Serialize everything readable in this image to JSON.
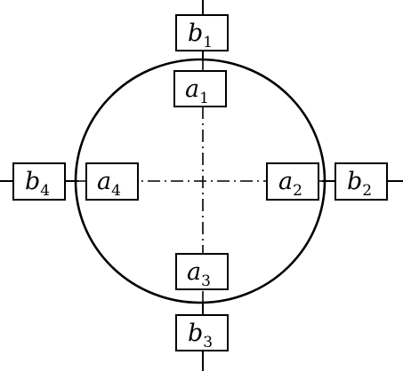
{
  "labels": {
    "b1": {
      "base": "b",
      "sub": "1"
    },
    "a1": {
      "base": "a",
      "sub": "1"
    },
    "a2": {
      "base": "a",
      "sub": "2"
    },
    "b2": {
      "base": "b",
      "sub": "2"
    },
    "a3": {
      "base": "a",
      "sub": "3"
    },
    "b3": {
      "base": "b",
      "sub": "3"
    },
    "a4": {
      "base": "a",
      "sub": "4"
    },
    "b4": {
      "base": "b",
      "sub": "4"
    }
  },
  "colors": {
    "stroke": "#000000",
    "background": "#ffffff"
  }
}
